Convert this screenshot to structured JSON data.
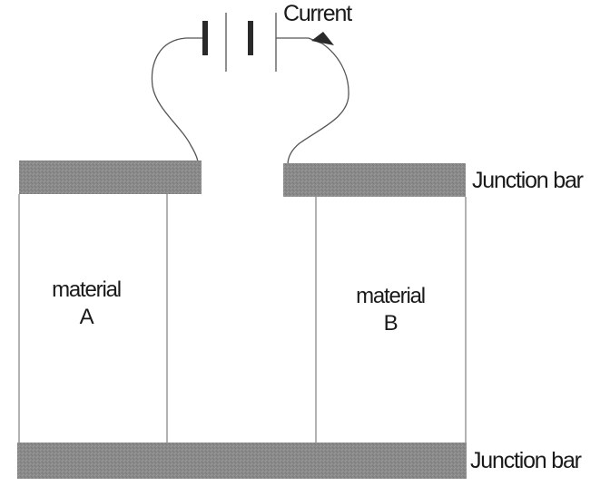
{
  "diagram": {
    "type": "thermocouple / thermoelectric circuit",
    "labels": {
      "current": "Current",
      "top_bar": "Junction bar",
      "bottom_bar": "Junction bar",
      "material_a_line1": "material",
      "material_a_line2": "A",
      "material_b_line1": "material",
      "material_b_line2": "B"
    },
    "components": [
      {
        "id": "battery",
        "symbol": "two-cell battery"
      },
      {
        "id": "wire-left",
        "from": "battery",
        "to": "top-left-junction-bar"
      },
      {
        "id": "wire-right",
        "from": "battery",
        "to": "top-right-junction-bar",
        "arrow": "current direction"
      },
      {
        "id": "top-left-junction-bar"
      },
      {
        "id": "top-right-junction-bar"
      },
      {
        "id": "material-a"
      },
      {
        "id": "material-b"
      },
      {
        "id": "bottom-junction-bar"
      }
    ],
    "colors": {
      "bar_fill": "#8c8c8c",
      "line": "#555555",
      "text": "#1a1a1a",
      "background": "#ffffff"
    }
  }
}
